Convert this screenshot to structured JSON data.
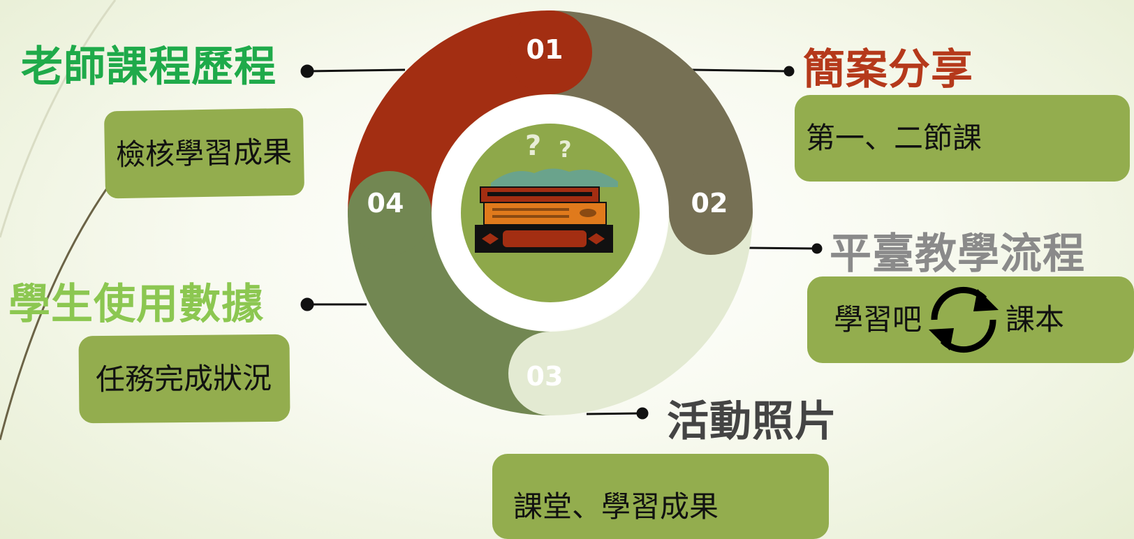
{
  "center_numbers": {
    "n1": "01",
    "n2": "02",
    "n3": "03",
    "n4": "04"
  },
  "items": {
    "teacher": {
      "title": "老師課程歷程",
      "box": "檢核學習成果"
    },
    "lesson": {
      "title": "簡案分享",
      "box": "第一、二節課"
    },
    "platform": {
      "title": "平臺教學流程",
      "box_left": "學習吧",
      "box_right": "課本"
    },
    "photos": {
      "title": "活動照片",
      "box": "課堂、學習成果"
    },
    "students": {
      "title": "學生使用數據",
      "box": "任務完成狀況"
    }
  },
  "colors": {
    "teacher_title": "#1faa4a",
    "lesson_title": "#b5391b",
    "platform_title": "#8a8a8a",
    "photos_title": "#444444",
    "students_title": "#8cc751",
    "box_fill": "#93ad4e",
    "segment_01": "#a32e12",
    "segment_02": "#767054",
    "segment_03": "#e3ead2",
    "segment_04": "#728752"
  },
  "icons": [
    "cycle-arrows-icon",
    "books-question-icon"
  ]
}
